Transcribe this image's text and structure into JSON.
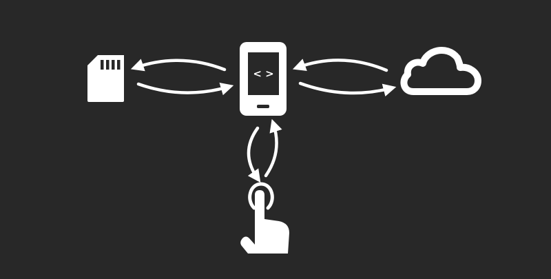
{
  "colors": {
    "background": "#282828",
    "foreground": "#ffffff"
  },
  "phone_screen_glyph": "< >",
  "nodes": [
    {
      "id": "sd-card",
      "icon": "sd-card-icon"
    },
    {
      "id": "phone",
      "icon": "smartphone-icon"
    },
    {
      "id": "cloud",
      "icon": "cloud-icon"
    },
    {
      "id": "touch",
      "icon": "hand-tap-icon"
    }
  ],
  "connections": [
    {
      "from": "phone",
      "to": "sd-card",
      "style": "curved-arrow"
    },
    {
      "from": "sd-card",
      "to": "phone",
      "style": "curved-arrow"
    },
    {
      "from": "cloud",
      "to": "phone",
      "style": "curved-arrow"
    },
    {
      "from": "phone",
      "to": "cloud",
      "style": "curved-arrow"
    },
    {
      "from": "phone",
      "to": "touch",
      "style": "curved-arrow"
    },
    {
      "from": "touch",
      "to": "phone",
      "style": "curved-arrow"
    }
  ]
}
